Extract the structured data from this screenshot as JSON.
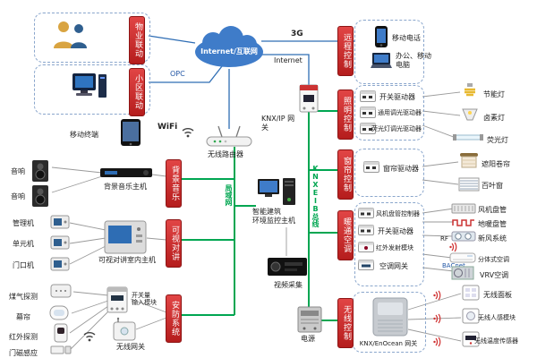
{
  "colors": {
    "accent_red": "#c1272d",
    "line_green": "#00a651",
    "line_blue": "#2e6db4",
    "cloud_blue": "#3f7cc9"
  },
  "top": {
    "cloud": "Internet/互联网",
    "g3": "3G",
    "internet": "Internet",
    "opc": "OPC"
  },
  "left": {
    "property": "物业联动",
    "community": "小区联动",
    "mobile_terminal": "移动终端",
    "wifi": "WiFi",
    "speaker_a": "音响",
    "speaker_b": "音响",
    "bgm": "背景音乐",
    "bgm_host": "背景音乐主机",
    "manager": "管理机",
    "unit": "单元机",
    "door": "门口机",
    "intercom": "可视对讲",
    "intercom_host": "可视对讲室内主机",
    "gas": "煤气探测",
    "curtain_sensor": "幕帘",
    "infrared": "红外探测",
    "door_magnet": "门磁感应",
    "security": "安防系统",
    "di_module": "开关量\n输入模块",
    "wireless_gw": "无线网关"
  },
  "center": {
    "router": "无线路由器",
    "knx_ip_gw": "KNX/IP 网关",
    "lan": "局域网",
    "knx_bus": "KNXEIB总线",
    "monitor_host": "智能建筑\n环境监控主机",
    "video": "视频采集",
    "power": "电源"
  },
  "right": {
    "remote": "远程控制",
    "mobile_phone": "移动电话",
    "office_pc": "办公、移动\n电脑",
    "lighting": "照明控制",
    "switch_act": "开关驱动器",
    "dimmer": "通用调光驱动器",
    "fl_dimmer": "荧光灯调光驱动器",
    "energy_lamp": "节能灯",
    "halogen_lamp": "卤素灯",
    "fluorescent_lamp": "荧光灯",
    "curtain": "窗帘控制",
    "curtain_act": "窗帘驱动器",
    "roller": "遮阳卷帘",
    "blinds": "百叶窗",
    "hvac": "暖通空调",
    "fcu_ctrl": "风机盘管控制器",
    "switch_act2": "开关驱动器",
    "ir_tx": "红外发射模块",
    "ac_gw": "空调网关",
    "fan_coil": "风机盘管",
    "floor_heat": "地暖盘管",
    "fresh_air": "新风系统",
    "rf": "RF",
    "bacnet": "BACnet",
    "split_ac": "分体式空调",
    "vrv": "VRV空调",
    "wireless": "无线控制",
    "enocean_gw": "KNX/EnOcean 网关",
    "w_panel": "无线面板",
    "w_motion": "无线人感模块",
    "w_temp": "无线温度传感器"
  }
}
